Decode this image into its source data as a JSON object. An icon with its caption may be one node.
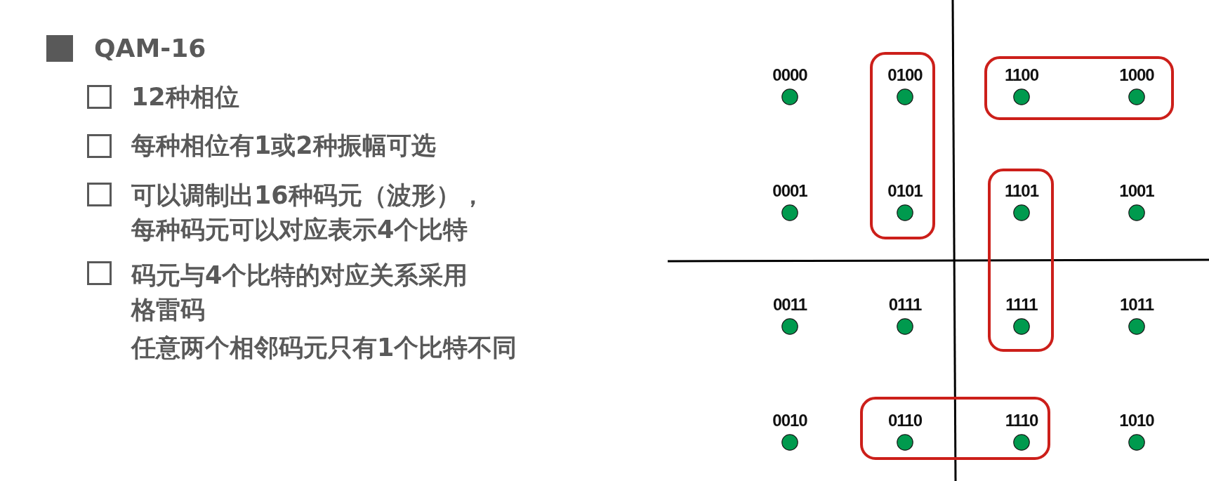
{
  "diagram": {
    "nodes": [
      {
        "text": [
          "0000"
        ]
      },
      {
        "text": [],
        "shape": "box"
      },
      {
        "text": [
          "0100"
        ],
        "in": 1
      },
      {
        "text": [],
        "shape": "box"
      },
      {
        "text": [
          "1100"
        ],
        "in": 3
      },
      {
        "text": [
          "1000"
        ],
        "in": 3
      },
      {
        "text": [
          "0001"
        ]
      },
      {
        "text": [
          "0101"
        ],
        "in": 1
      },
      {
        "text": [],
        "shape": "box"
      },
      {
        "text": [
          "1101"
        ],
        "in": 8
      },
      {
        "text": [
          "1001"
        ]
      },
      {
        "text": [
          "0011"
        ]
      },
      {
        "text": [
          "0111"
        ]
      },
      {
        "text": [
          "1111"
        ],
        "in": 8
      },
      {
        "text": [
          "1011"
        ]
      },
      {
        "text": [
          "0010"
        ]
      },
      {
        "text": [],
        "shape": "box"
      },
      {
        "text": [
          "0110"
        ],
        "in": 16
      },
      {
        "text": [
          "1110"
        ],
        "in": 16
      },
      {
        "text": [
          "1010"
        ]
      }
    ],
    "labels": [
      "QAM-16",
      "12种相位",
      "每种相位有1或2种振幅可选",
      "可以调制出16种码元（波形），每种码元可以对应表示4个比特",
      "码元与4个比特的对应关系采用格雷码",
      "任意两个相邻码元只有1个比特不同"
    ]
  }
}
